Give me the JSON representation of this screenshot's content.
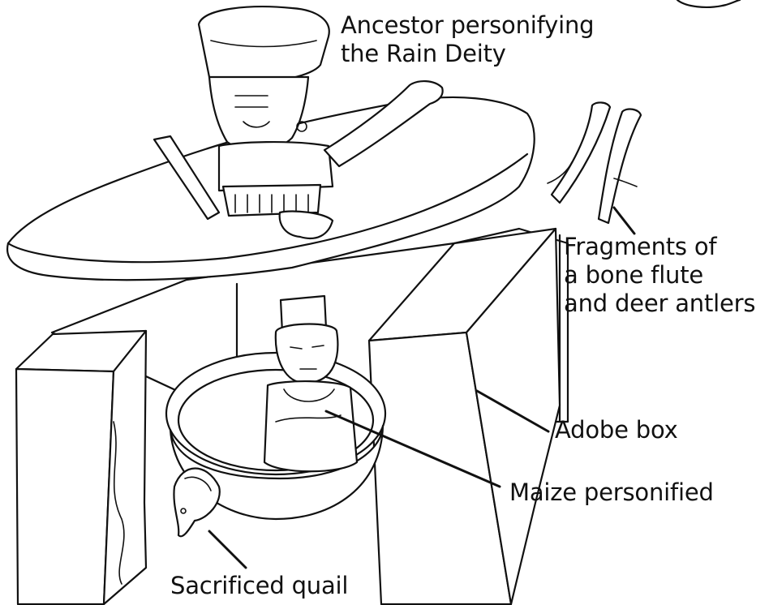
{
  "labels": {
    "ancestor": {
      "line1": "Ancestor personifying",
      "line2": "the Rain Deity"
    },
    "fragments": {
      "line1": "Fragments of",
      "line2": "a bone flute",
      "line3": "and deer antlers"
    },
    "adobe_box": "Adobe box",
    "maize": "Maize personified",
    "quail": "Sacrificed quail"
  }
}
